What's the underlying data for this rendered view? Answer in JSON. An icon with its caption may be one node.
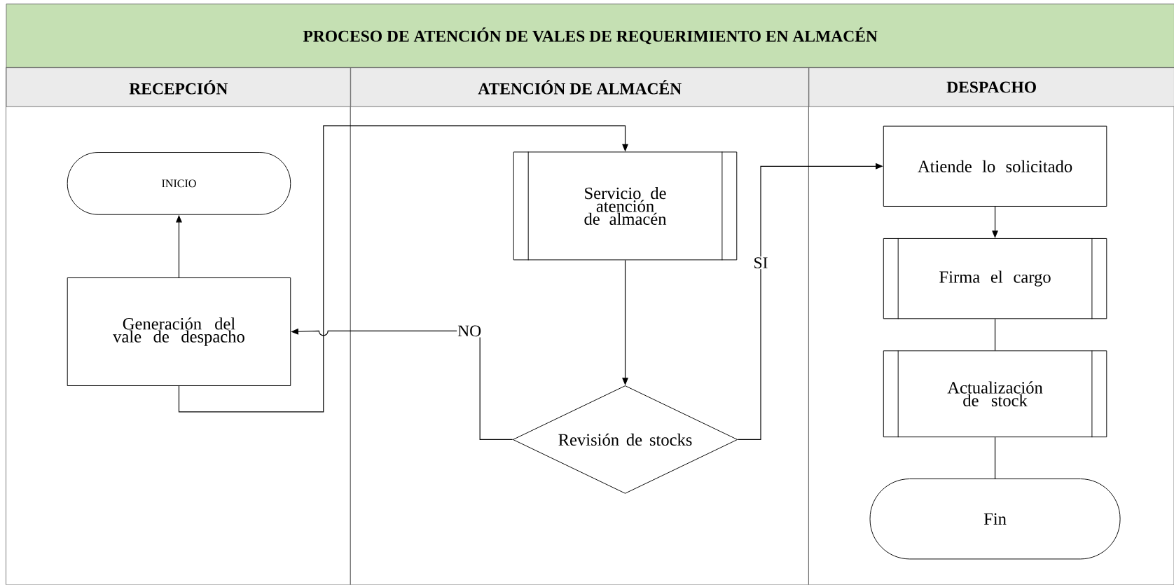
{
  "diagram": {
    "title": "PROCESO DE ATENCIÓN DE VALES DE REQUERIMIENTO EN ALMACÉN",
    "nodes": [
      {
        "text": [
          "RECEPCIÓN"
        ]
      },
      {
        "text": [
          "ATENCIÓN DE ALMACÉN"
        ]
      },
      {
        "text": [
          "DESPACHO"
        ]
      },
      {
        "text": [
          "INICIO"
        ],
        "in": 0
      },
      {
        "text": [
          "Generación del vale de despacho"
        ],
        "in": 0
      },
      {
        "text": [
          "Servicio de atención de almacén"
        ],
        "in": 1
      },
      {
        "text": [
          "Revisión de stocks"
        ],
        "in": 1
      },
      {
        "text": [
          "Atiende lo solicitado"
        ],
        "in": 2
      },
      {
        "text": [
          "Firma el cargo"
        ],
        "in": 2
      },
      {
        "text": [
          "Actualización de stock"
        ],
        "in": 2
      },
      {
        "text": [
          "Fin"
        ],
        "in": 2
      }
    ],
    "edges": [
      {
        "from": 4,
        "to": 3,
        "arrow": "to"
      },
      {
        "from": 4,
        "to": 5,
        "arrow": "to"
      },
      {
        "from": 6,
        "to": 4,
        "arrow": "to",
        "label": "NO"
      },
      {
        "from": 5,
        "to": 6,
        "arrow": "to"
      },
      {
        "from": 6,
        "to": 7,
        "arrow": "to",
        "label": "SI"
      },
      {
        "from": 7,
        "to": 8,
        "arrow": "to"
      },
      {
        "from": 8,
        "to": 9,
        "arrow": "none"
      },
      {
        "from": 9,
        "to": 10,
        "arrow": "none"
      }
    ]
  }
}
